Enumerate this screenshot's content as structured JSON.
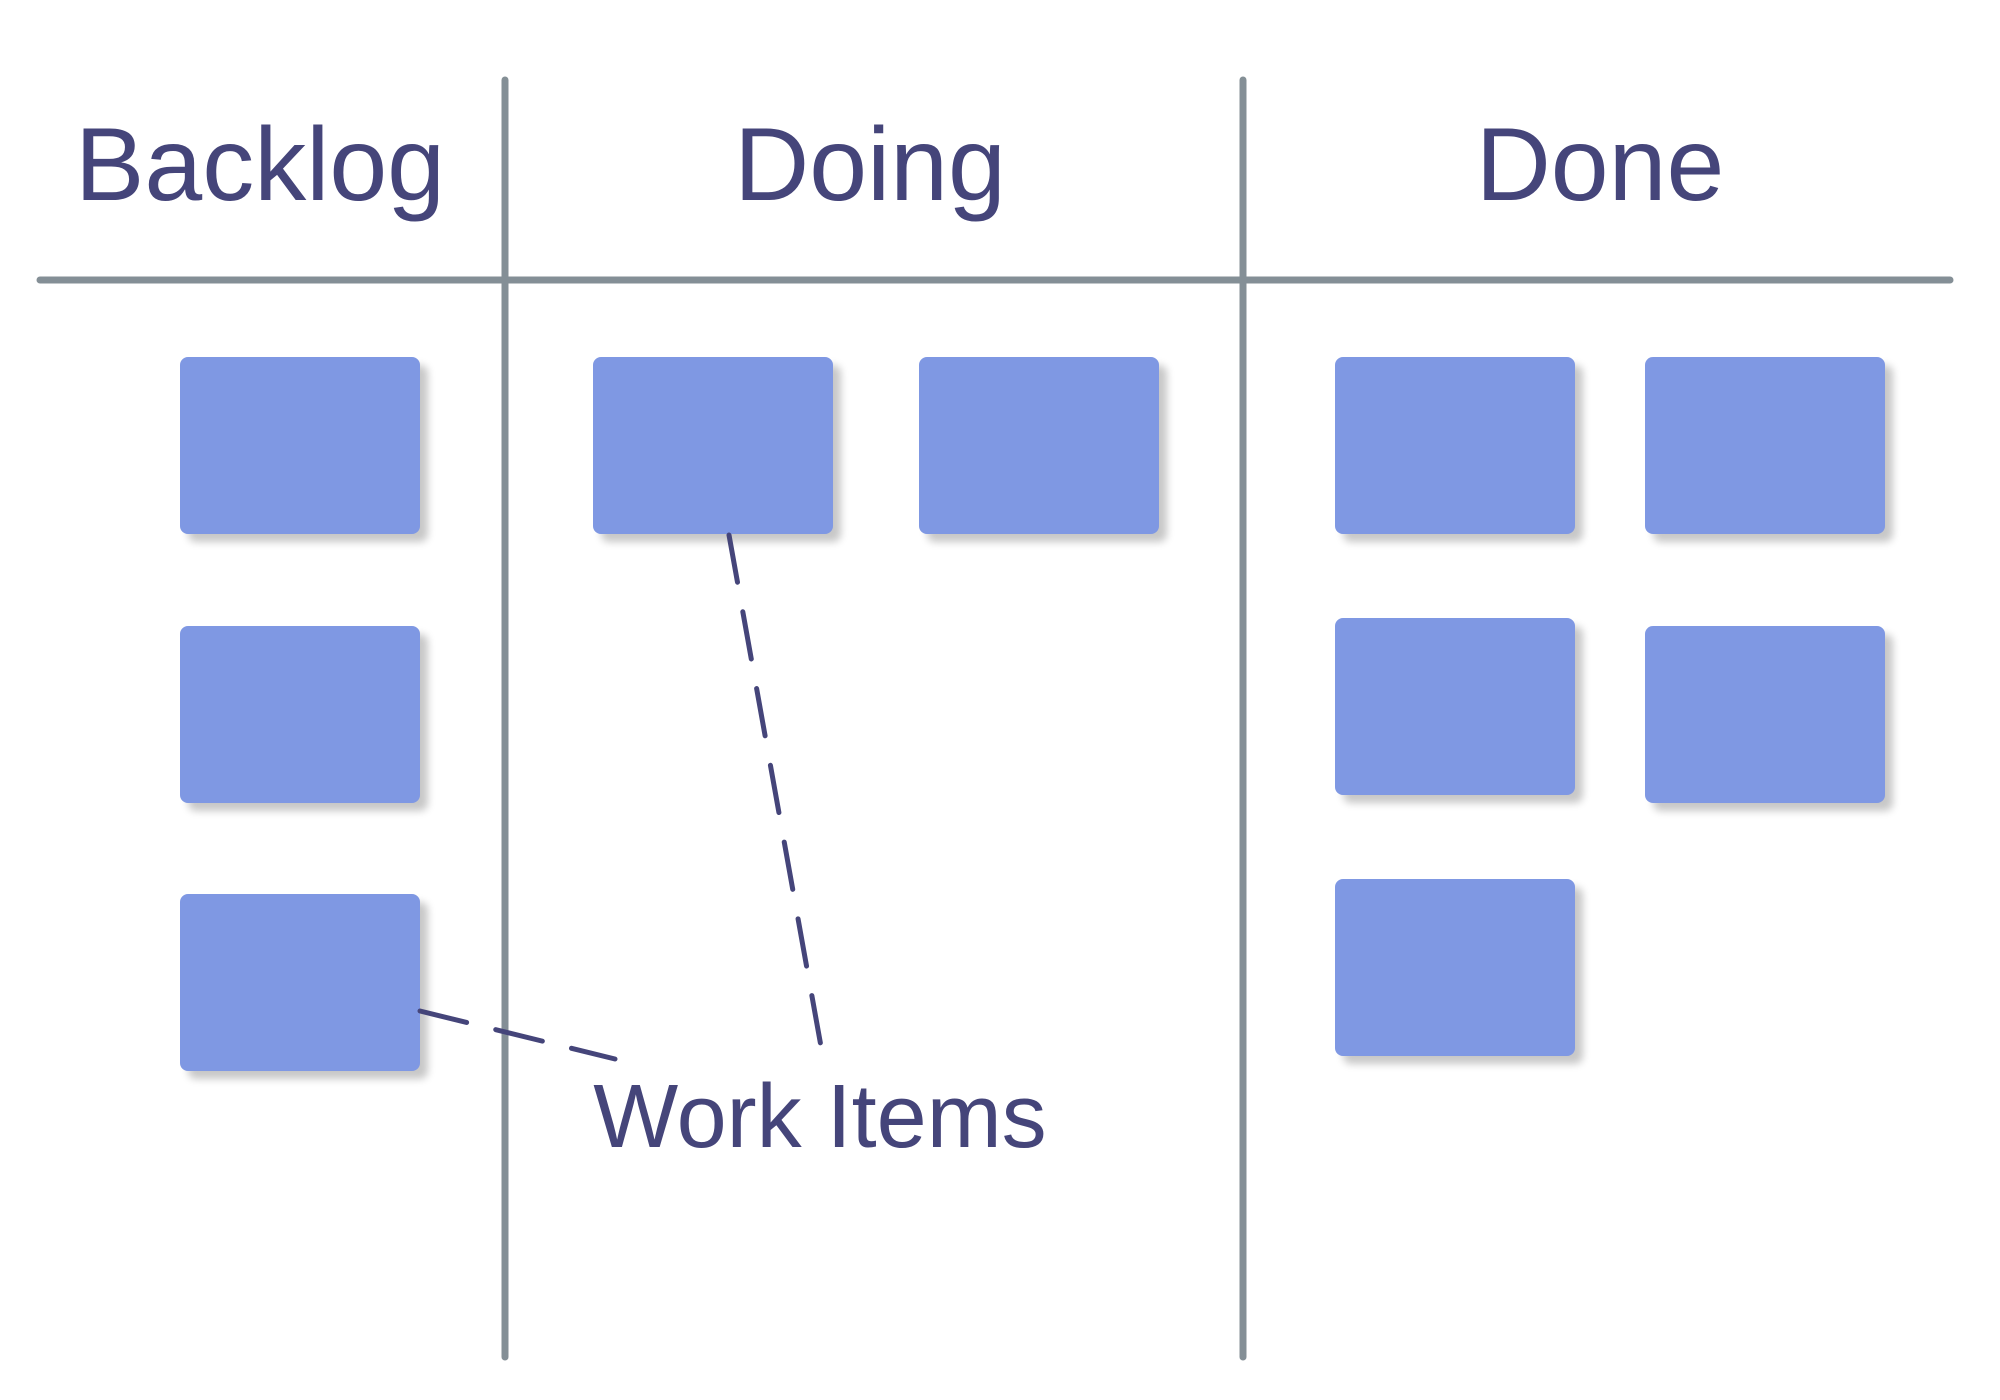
{
  "colors": {
    "card": "#7f98e3",
    "text": "#45457a",
    "divider": "#848f96",
    "leader": "#45457a",
    "background": "#ffffff"
  },
  "columns": [
    {
      "title": "Backlog",
      "card_count": 3
    },
    {
      "title": "Doing",
      "card_count": 2
    },
    {
      "title": "Done",
      "card_count": 5
    }
  ],
  "annotation": {
    "label": "Work Items"
  }
}
